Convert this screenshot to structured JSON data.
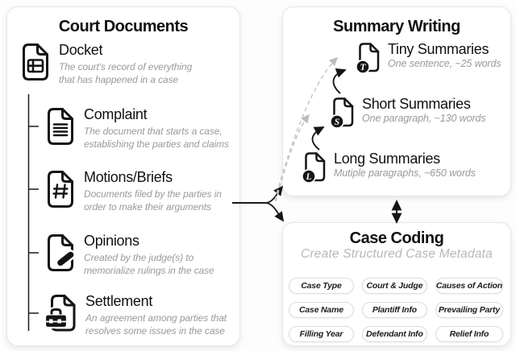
{
  "left_panel": {
    "title": "Court Documents",
    "items": [
      {
        "name": "Docket",
        "icon": "document-grid-icon",
        "desc": [
          "The court's record of everything",
          "that has happened in a case"
        ]
      },
      {
        "name": "Complaint",
        "icon": "document-lines-icon",
        "desc": [
          "The document that starts a case,",
          "establishing the parties and claims"
        ]
      },
      {
        "name": "Motions/Briefs",
        "icon": "document-hash-icon",
        "desc": [
          "Documents filed by the parties in",
          "order to make their arguments"
        ]
      },
      {
        "name": "Opinions",
        "icon": "document-pen-icon",
        "desc": [
          "Created by the judge(s) to",
          "memorialize rulings in the case"
        ]
      },
      {
        "name": "Settlement",
        "icon": "document-briefcase-icon",
        "desc": [
          "An agreement among parties that",
          "resolves some issues in the case"
        ]
      }
    ]
  },
  "summary_panel": {
    "title": "Summary Writing",
    "items": [
      {
        "name": "Tiny Summaries",
        "badge": "T",
        "icon": "document-badge-t-icon",
        "desc": "One sentence, ~25 words"
      },
      {
        "name": "Short Summaries",
        "badge": "S",
        "icon": "document-badge-s-icon",
        "desc": "One paragraph, ~130 words"
      },
      {
        "name": "Long Summaries",
        "badge": "L",
        "icon": "document-badge-l-icon",
        "desc": "Mutiple paragraphs, ~650 words"
      }
    ]
  },
  "coding_panel": {
    "title": "Case Coding",
    "subtitle": "Create Structured Case Metadata",
    "pills": [
      "Case Type",
      "Court & Judge",
      "Causes of Action",
      "Case Name",
      "Plantiff Info",
      "Prevailing Party",
      "Filling Year",
      "Defendant Info",
      "Relief Info"
    ]
  },
  "colors": {
    "ink": "#151515",
    "muted_text": "#9a9a9a",
    "subtitle_text": "#b8b8b8",
    "dashed_arrow": "#c4c4c4",
    "panel_border": "#e6e6e6"
  }
}
